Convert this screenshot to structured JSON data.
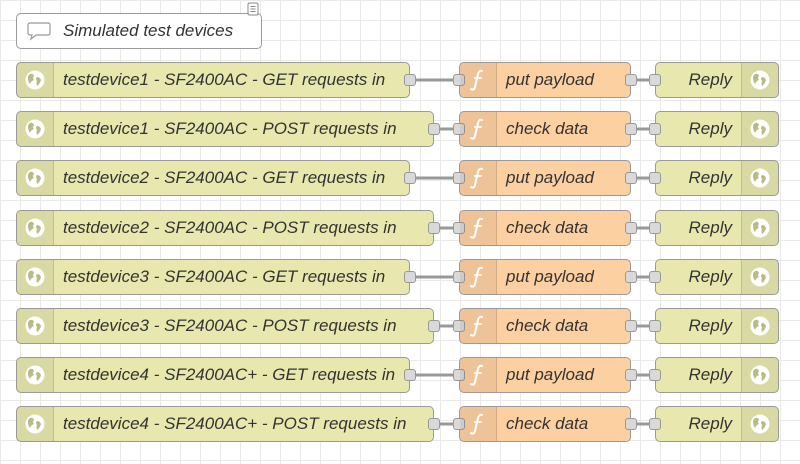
{
  "comment": {
    "label": "Simulated test devices",
    "icon": "speech-bubble-icon"
  },
  "colors": {
    "http_node": "#e7e7ae",
    "function_node": "#fdd0a2",
    "wire": "#999999",
    "grid": "#e9e9e9"
  },
  "rows": [
    {
      "http_in": "testdevice1 - SF2400AC - GET requests in",
      "function": "put payload",
      "response": "Reply"
    },
    {
      "http_in": "testdevice1 - SF2400AC - POST requests in",
      "function": "check data",
      "response": "Reply"
    },
    {
      "http_in": "testdevice2 - SF2400AC - GET requests in",
      "function": "put payload",
      "response": "Reply"
    },
    {
      "http_in": "testdevice2 - SF2400AC - POST requests in",
      "function": "check data",
      "response": "Reply"
    },
    {
      "http_in": "testdevice3 - SF2400AC - GET requests in",
      "function": "put payload",
      "response": "Reply"
    },
    {
      "http_in": "testdevice3 - SF2400AC - POST requests in",
      "function": "check data",
      "response": "Reply"
    },
    {
      "http_in": "testdevice4 - SF2400AC+ - GET requests in",
      "function": "put payload",
      "response": "Reply"
    },
    {
      "http_in": "testdevice4 - SF2400AC+ - POST requests in",
      "function": "check data",
      "response": "Reply"
    }
  ]
}
